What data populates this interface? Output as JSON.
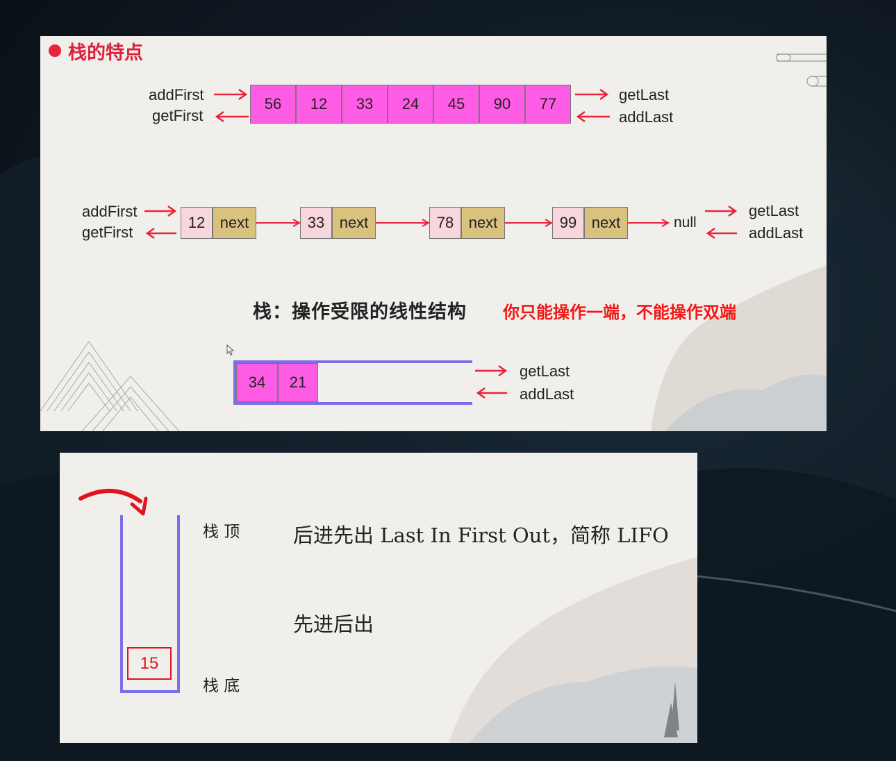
{
  "slide1": {
    "title": "栈的特点",
    "array": {
      "left_labels": [
        "addFirst",
        "getFirst"
      ],
      "right_labels": [
        "getLast",
        "addLast"
      ],
      "values": [
        "56",
        "12",
        "33",
        "24",
        "45",
        "90",
        "77"
      ]
    },
    "linked_list": {
      "left_labels": [
        "addFirst",
        "getFirst"
      ],
      "nodes": [
        {
          "value": "12",
          "next": "next"
        },
        {
          "value": "33",
          "next": "next"
        },
        {
          "value": "78",
          "next": "next"
        },
        {
          "value": "99",
          "next": "next"
        }
      ],
      "tail": "null",
      "right_labels": [
        "getLast",
        "addLast"
      ]
    },
    "stack_def": "栈：操作受限的线性结构",
    "note": "你只能操作一端，不能操作双端",
    "stack": {
      "values": [
        "34",
        "21"
      ],
      "right_labels": [
        "getLast",
        "addLast"
      ]
    }
  },
  "slide2": {
    "top_label": "栈 顶",
    "bottom_label": "栈 底",
    "lifo_text": "后进先出 Last In First Out，简称 LIFO",
    "filo_text": "先进后出",
    "stack_value": "15"
  },
  "colors": {
    "accent_red": "#e8233a",
    "pink": "#ff5ce6",
    "node_pink": "#f7d6dc",
    "node_tan": "#d9c17e",
    "stack_border": "#7b6fe8",
    "note_red": "#f21818"
  }
}
